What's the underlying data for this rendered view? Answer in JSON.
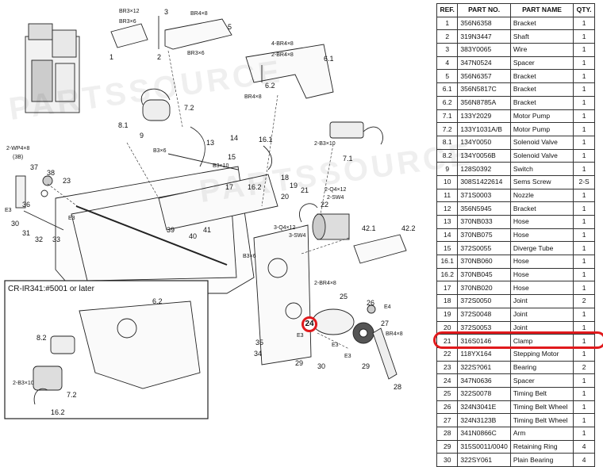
{
  "callouts": [
    {
      "text": "BR3×12"
    },
    {
      "text": "3"
    },
    {
      "text": "BR3×6"
    },
    {
      "text": "BR4×8"
    },
    {
      "text": "1"
    },
    {
      "text": "2"
    },
    {
      "text": "5"
    },
    {
      "text": "BR3×6"
    },
    {
      "text": "4-BR4×8"
    },
    {
      "text": "2-BR4×8"
    },
    {
      "text": "6.1"
    },
    {
      "text": "6.2"
    },
    {
      "text": "BR4×8"
    },
    {
      "text": "7.2"
    },
    {
      "text": "8.1"
    },
    {
      "text": "9"
    },
    {
      "text": "B3×6"
    },
    {
      "text": "13"
    },
    {
      "text": "14"
    },
    {
      "text": "15"
    },
    {
      "text": "16.1"
    },
    {
      "text": "2-B3×10"
    },
    {
      "text": "7.1"
    },
    {
      "text": "2-WP4×8"
    },
    {
      "text": "(3B)"
    },
    {
      "text": "37"
    },
    {
      "text": "38"
    },
    {
      "text": "23"
    },
    {
      "text": "B3×10"
    },
    {
      "text": "17"
    },
    {
      "text": "16.2"
    },
    {
      "text": "18"
    },
    {
      "text": "19"
    },
    {
      "text": "20"
    },
    {
      "text": "21"
    },
    {
      "text": "2-Q4×12"
    },
    {
      "text": "2-SW4"
    },
    {
      "text": "22"
    },
    {
      "text": "E3"
    },
    {
      "text": "36"
    },
    {
      "text": "E3"
    },
    {
      "text": "30"
    },
    {
      "text": "31"
    },
    {
      "text": "32"
    },
    {
      "text": "33"
    },
    {
      "text": "39"
    },
    {
      "text": "41"
    },
    {
      "text": "40"
    },
    {
      "text": "3-Q4×12"
    },
    {
      "text": "3-SW4"
    },
    {
      "text": "42.1"
    },
    {
      "text": "42.2"
    },
    {
      "text": "B3×6"
    },
    {
      "text": "2-BR4×8"
    },
    {
      "text": "26"
    },
    {
      "text": "25"
    },
    {
      "text": "E4"
    },
    {
      "text": "27"
    },
    {
      "text": "BR4×8"
    },
    {
      "text": "E3"
    },
    {
      "text": "35"
    },
    {
      "text": "34"
    },
    {
      "text": "E3"
    },
    {
      "text": "29"
    },
    {
      "text": "30"
    },
    {
      "text": "E3"
    },
    {
      "text": "29"
    },
    {
      "text": "28"
    },
    {
      "text": "6.2"
    },
    {
      "text": "8.2"
    },
    {
      "text": "2-B3×10"
    },
    {
      "text": "7.2"
    },
    {
      "text": "16.2"
    }
  ],
  "inset_label": "CR-IR341:#5001 or later",
  "highlight_callout": "24",
  "watermark": "PARTSSOURCE",
  "table": {
    "headers": [
      "REF.",
      "PART NO.",
      "PART NAME",
      "QTY."
    ],
    "rows": [
      [
        "1",
        "356N6358",
        "Bracket",
        "1"
      ],
      [
        "2",
        "319N3447",
        "Shaft",
        "1"
      ],
      [
        "3",
        "383Y0065",
        "Wire",
        "1"
      ],
      [
        "4",
        "347N0524",
        "Spacer",
        "1"
      ],
      [
        "5",
        "356N6357",
        "Bracket",
        "1"
      ],
      [
        "6.1",
        "356N5817C",
        "Bracket",
        "1"
      ],
      [
        "6.2",
        "356N8785A",
        "Bracket",
        "1"
      ],
      [
        "7.1",
        "133Y2029",
        "Motor Pump",
        "1"
      ],
      [
        "7.2",
        "133Y1031A/B",
        "Motor Pump",
        "1"
      ],
      [
        "8.1",
        "134Y0050",
        "Solenoid Valve",
        "1"
      ],
      [
        "8.2",
        "134Y0056B",
        "Solenoid Valve",
        "1"
      ],
      [
        "9",
        "128S0392",
        "Switch",
        "1"
      ],
      [
        "10",
        "308S1422614",
        "Sems Screw",
        "2-S"
      ],
      [
        "11",
        "371S0003",
        "Nozzle",
        "1"
      ],
      [
        "12",
        "356N5945",
        "Bracket",
        "1"
      ],
      [
        "13",
        "370NB033",
        "Hose",
        "1"
      ],
      [
        "14",
        "370NB075",
        "Hose",
        "1"
      ],
      [
        "15",
        "372S0055",
        "Diverge Tube",
        "1"
      ],
      [
        "16.1",
        "370NB060",
        "Hose",
        "1"
      ],
      [
        "16.2",
        "370NB045",
        "Hose",
        "1"
      ],
      [
        "17",
        "370NB020",
        "Hose",
        "1"
      ],
      [
        "18",
        "372S0050",
        "Joint",
        "2"
      ],
      [
        "19",
        "372S0048",
        "Joint",
        "1"
      ],
      [
        "20",
        "372S0053",
        "Joint",
        "1"
      ],
      [
        "21",
        "316S0146",
        "Clamp",
        "1"
      ],
      [
        "22",
        "118YX164",
        "Stepping Motor",
        "1"
      ],
      [
        "23",
        "322S?061",
        "Bearing",
        "2"
      ],
      [
        "24",
        "347N0636",
        "Spacer",
        "1"
      ],
      [
        "25",
        "322S0078",
        "Timing Belt",
        "1"
      ],
      [
        "26",
        "324N3041E",
        "Timing Belt Wheel",
        "1"
      ],
      [
        "27",
        "324N3123B",
        "Timing Belt Wheel",
        "1"
      ],
      [
        "28",
        "341N0866C",
        "Arm",
        "1"
      ],
      [
        "29",
        "315S0011/0040",
        "Retaining Ring",
        "4"
      ],
      [
        "30",
        "322SY061",
        "Plain Bearing",
        "4"
      ]
    ]
  },
  "colors": {
    "highlight": "#e0191c",
    "line": "#222222"
  }
}
